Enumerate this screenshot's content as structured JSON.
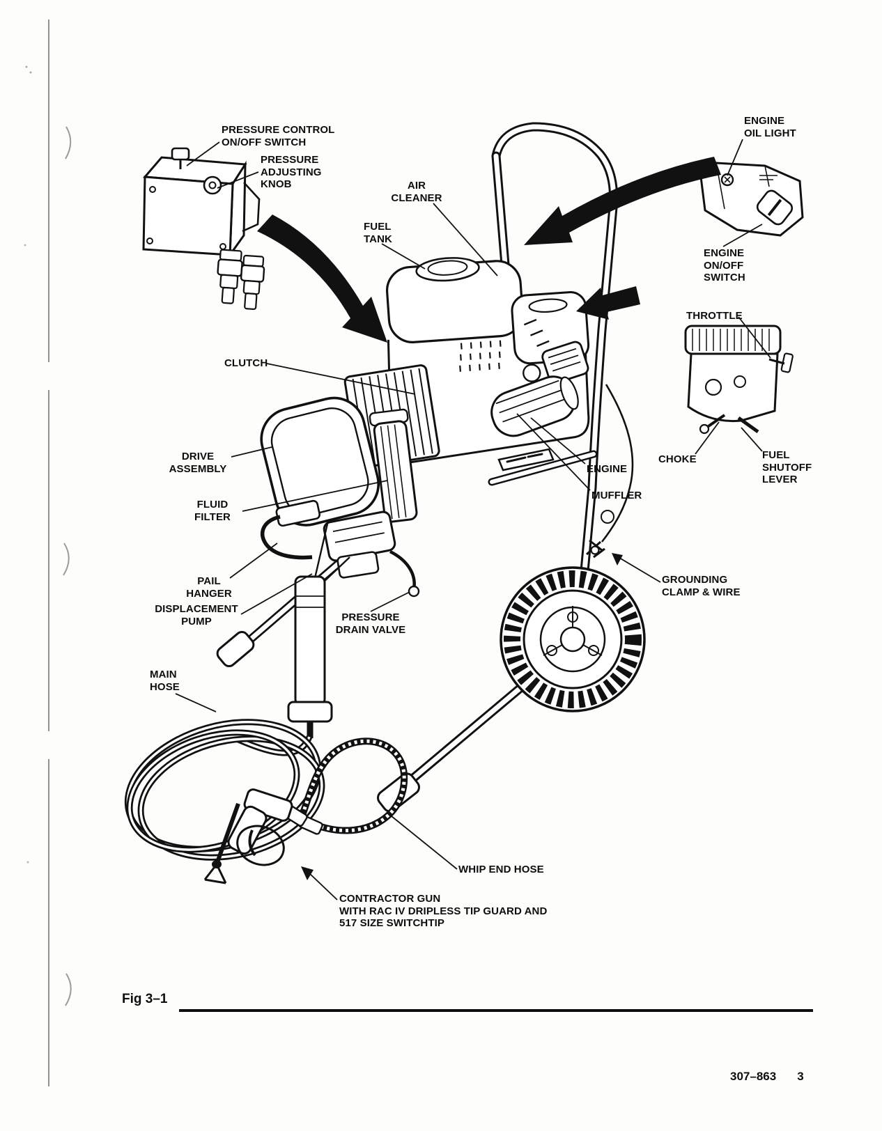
{
  "colors": {
    "ink": "#0d0d0d",
    "paper": "#fdfdfb"
  },
  "figure": {
    "caption": "Fig 3–1",
    "doc_number": "307–863",
    "page_number": "3"
  },
  "callouts": {
    "pressure_control_switch": "PRESSURE CONTROL\nON/OFF SWITCH",
    "pressure_adjusting_knob": "PRESSURE\nADJUSTING\nKNOB",
    "air_cleaner": "AIR\nCLEANER",
    "fuel_tank": "FUEL\nTANK",
    "engine_oil_light": "ENGINE\nOIL LIGHT",
    "engine_on_off_switch": "ENGINE\nON/OFF\nSWITCH",
    "throttle": "THROTTLE",
    "clutch": "CLUTCH",
    "drive_assembly": "DRIVE\nASSEMBLY",
    "fluid_filter": "FLUID\nFILTER",
    "pail_hanger": "PAIL\nHANGER",
    "displacement_pump": "DISPLACEMENT\nPUMP",
    "pressure_drain_valve": "PRESSURE\nDRAIN VALVE",
    "engine": "ENGINE",
    "muffler": "MUFFLER",
    "choke": "CHOKE",
    "fuel_shutoff_lever": "FUEL\nSHUTOFF\nLEVER",
    "grounding_clamp_wire": "GROUNDING\nCLAMP & WIRE",
    "main_hose": "MAIN\nHOSE",
    "whip_end_hose": "WHIP END HOSE",
    "contractor_gun": "CONTRACTOR GUN\nWITH RAC IV DRIPLESS TIP GUARD AND\n517 SIZE SWITCHTIP"
  }
}
